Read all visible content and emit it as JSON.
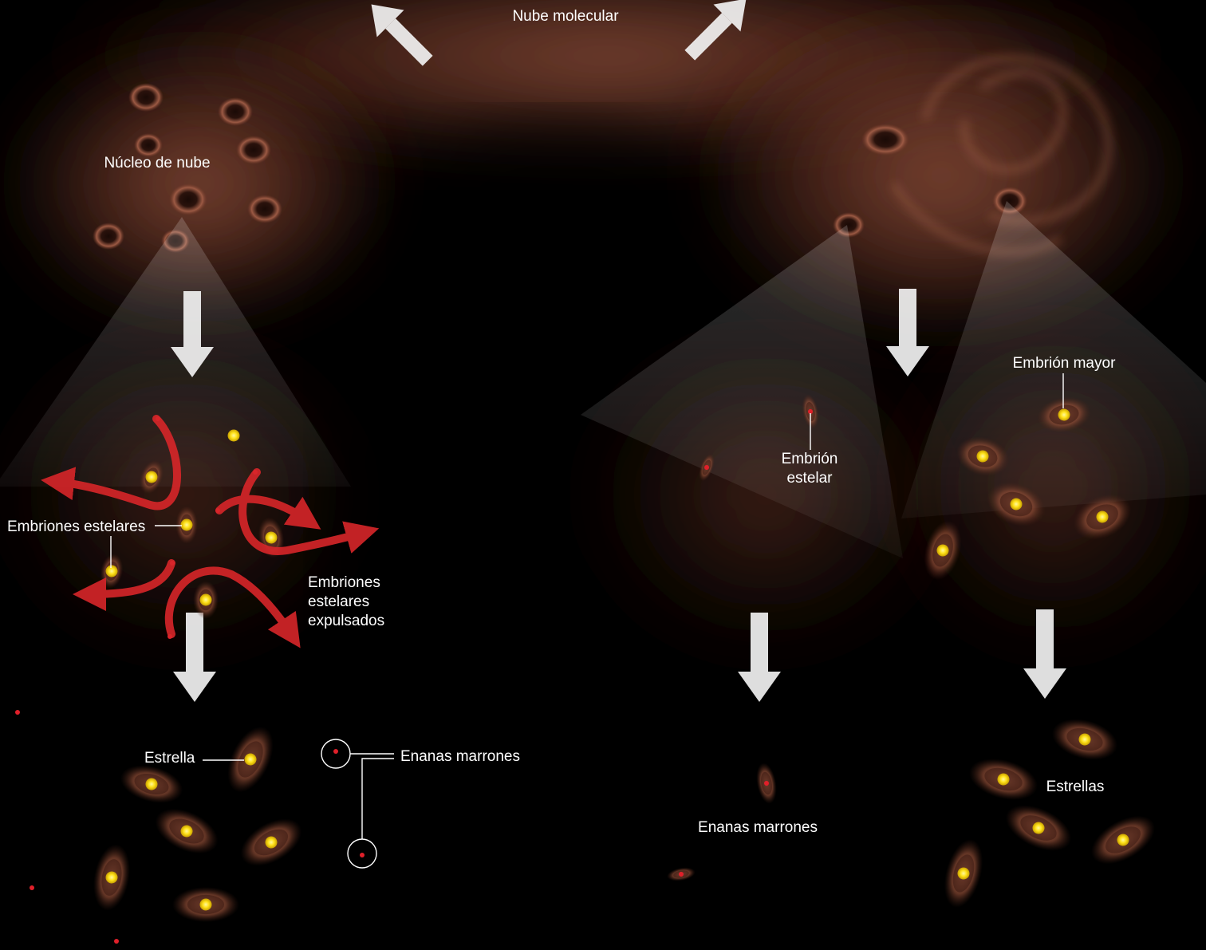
{
  "labels": {
    "nube_molecular": "Nube molecular",
    "nucleo_de_nube": "Núcleo de nube",
    "embriones_estelares": "Embriones estelares",
    "embriones_expulsados": [
      "Embriones",
      "estelares",
      "expulsados"
    ],
    "estrella": "Estrella",
    "enanas_marrones_left": "Enanas marrones",
    "embrion_estelar": [
      "Embrión",
      "estelar"
    ],
    "embrion_mayor": "Embrión mayor",
    "enanas_marrones_right": "Enanas marrones",
    "estrellas": "Estrellas"
  },
  "colors": {
    "background": "#000000",
    "cloud": "#8a4a34",
    "cloud_dark": "#3a1a12",
    "embryon_yellow": "#ffe21a",
    "brown_dwarf_red": "#e0202a",
    "ejection_arrow": "#d8262a",
    "flow_arrow": "#f2f2f2",
    "label_text": "#ffffff"
  },
  "icons": {
    "flow_arrow": "down-arrow-icon",
    "ejection_arrow": "curved-arrow-icon",
    "callout_circle": "circle-icon"
  }
}
